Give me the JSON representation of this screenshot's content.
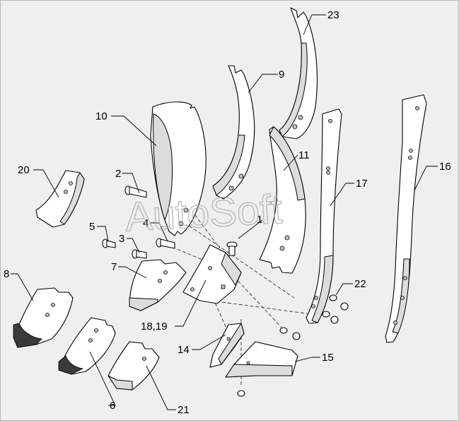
{
  "watermark": "AutoSoft",
  "callouts": [
    "23",
    "9",
    "10",
    "11",
    "16",
    "17",
    "2",
    "20",
    "5",
    "4",
    "1",
    "3",
    "7",
    "8",
    "22",
    "18,19",
    "14",
    "15",
    "6",
    "21"
  ]
}
